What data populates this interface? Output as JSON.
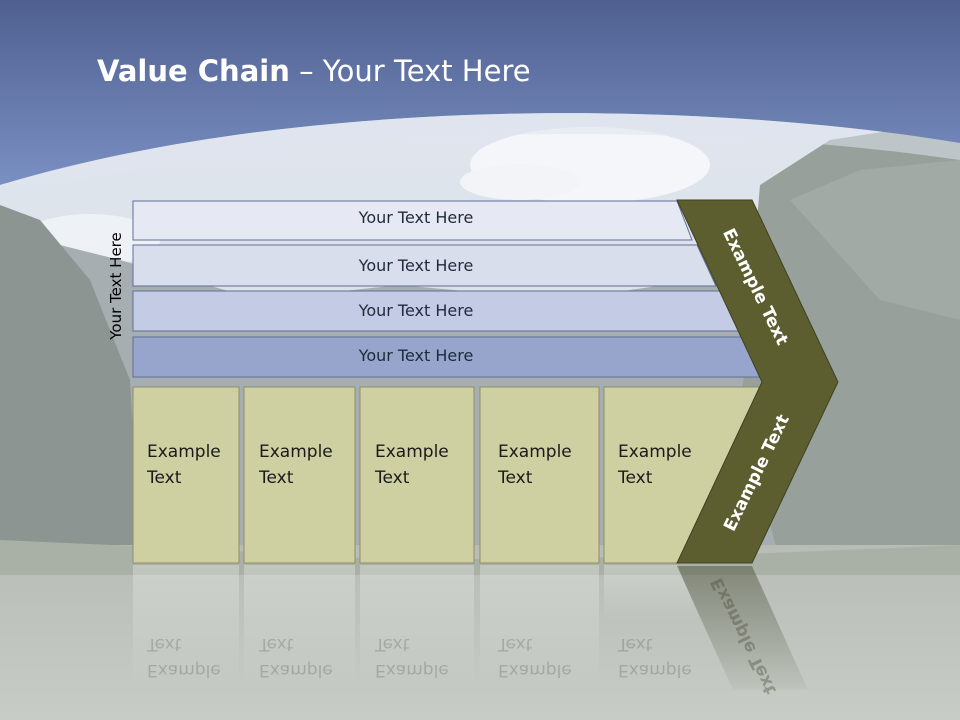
{
  "slide": {
    "title_bold": "Value Chain",
    "title_rest": "– Your Text Here",
    "side_label": "Your Text Here"
  },
  "bars": [
    {
      "label": "Your Text Here"
    },
    {
      "label": "Your Text Here"
    },
    {
      "label": "Your Text Here"
    },
    {
      "label": "Your Text Here"
    }
  ],
  "boxes": [
    {
      "line1": "Example",
      "line2": "Text"
    },
    {
      "line1": "Example",
      "line2": "Text"
    },
    {
      "line1": "Example",
      "line2": "Text"
    },
    {
      "line1": "Example",
      "line2": "Text"
    },
    {
      "line1": "Example",
      "line2": "Text"
    }
  ],
  "chevron": {
    "upper_label": "Example Text",
    "lower_label": "Example Text"
  },
  "colors": {
    "header_blue": "#6a80b6",
    "bar_fill": "#dfe3f0",
    "box_fill": "#cfd0a2",
    "chevron_fill": "#5c5e30",
    "title_text": "#ffffff"
  }
}
